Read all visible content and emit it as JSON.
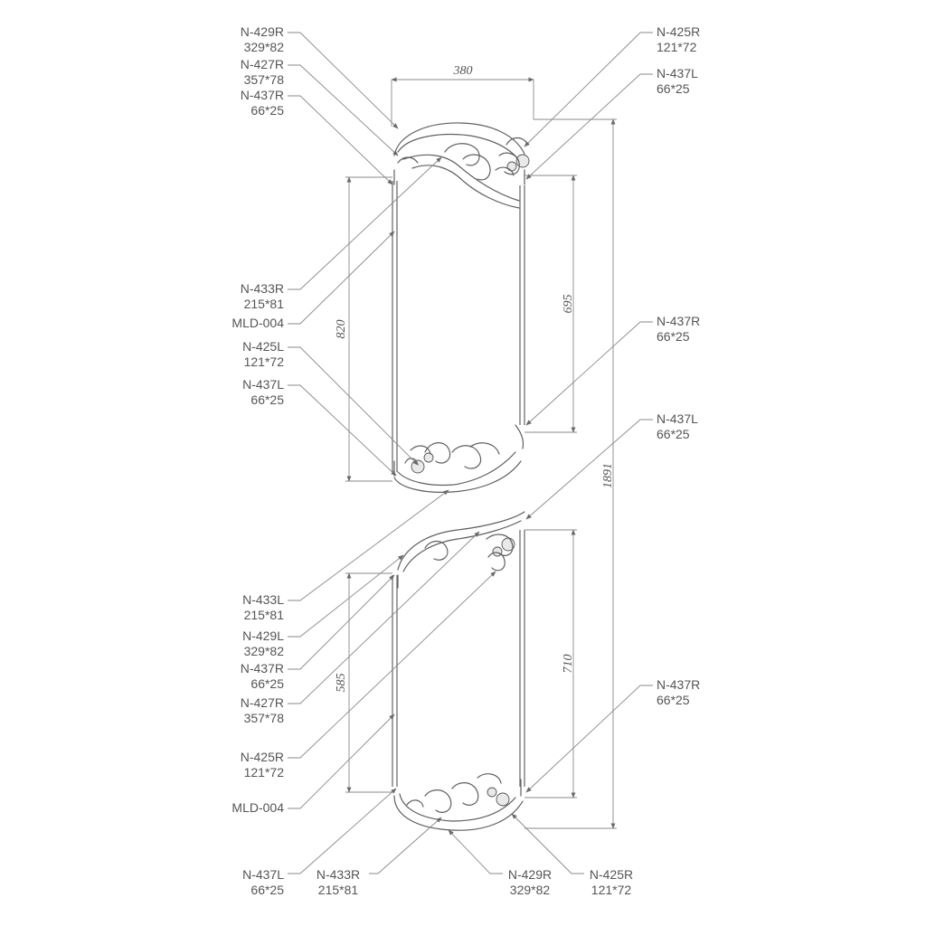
{
  "parts": {
    "top_n429r": {
      "code": "N-429R",
      "size": "329*82"
    },
    "top_n427r": {
      "code": "N-427R",
      "size": "357*78"
    },
    "top_n437r": {
      "code": "N-437R",
      "size": "66*25"
    },
    "top_n425r": {
      "code": "N-425R",
      "size": "121*72"
    },
    "top_n437l": {
      "code": "N-437L",
      "size": "66*25"
    },
    "top_n433r": {
      "code": "N-433R",
      "size": "215*81"
    },
    "top_mld": {
      "code": "MLD-004"
    },
    "top_n425l": {
      "code": "N-425L",
      "size": "121*72"
    },
    "top_n437l_b": {
      "code": "N-437L",
      "size": "66*25"
    },
    "right_n437r": {
      "code": "N-437R",
      "size": "66*25"
    },
    "right_n437l": {
      "code": "N-437L",
      "size": "66*25"
    },
    "bot_n433l": {
      "code": "N-433L",
      "size": "215*81"
    },
    "bot_n429l": {
      "code": "N-429L",
      "size": "329*82"
    },
    "bot_n437r": {
      "code": "N-437R",
      "size": "66*25"
    },
    "bot_n427r": {
      "code": "N-427R",
      "size": "357*78"
    },
    "bot_n425r": {
      "code": "N-425R",
      "size": "121*72"
    },
    "bot_mld": {
      "code": "MLD-004"
    },
    "right_n437r_b": {
      "code": "N-437R",
      "size": "66*25"
    },
    "foot_n437l": {
      "code": "N-437L",
      "size": "66*25"
    },
    "foot_n433r": {
      "code": "N-433R",
      "size": "215*81"
    },
    "foot_n429r": {
      "code": "N-429R",
      "size": "329*82"
    },
    "foot_n425r": {
      "code": "N-425R",
      "size": "121*72"
    }
  },
  "dimensions": {
    "width": "380",
    "upper_left_height": "820",
    "upper_right_height": "695",
    "total_height": "1891",
    "lower_left_height": "585",
    "lower_right_height": "710"
  }
}
